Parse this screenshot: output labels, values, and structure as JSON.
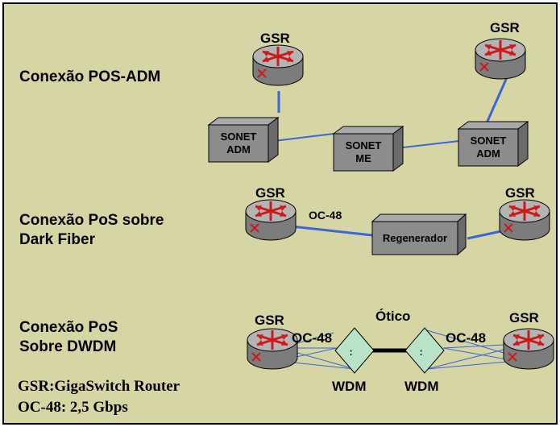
{
  "sections": {
    "pos_adm": {
      "label": "Conexão POS-ADM"
    },
    "dark_fiber": {
      "label_line1": "Conexão PoS sobre",
      "label_line2": "Dark Fiber"
    },
    "dwdm": {
      "label_line1": "Conexão PoS",
      "label_line2": "Sobre DWDM"
    }
  },
  "routers": {
    "label": "GSR"
  },
  "sonet": {
    "adm_left": {
      "line1": "SONET",
      "line2": "ADM"
    },
    "me": {
      "line1": "SONET",
      "line2": "ME"
    },
    "adm_right": {
      "line1": "SONET",
      "line2": "ADM"
    }
  },
  "regenerator": {
    "label": "Regenerador"
  },
  "links": {
    "oc48": "OC-48",
    "optical": "Ótico"
  },
  "wdm": {
    "label": "WDM"
  },
  "legend": {
    "line1": "GSR:GigaSwitch Router",
    "line2": "OC-48: 2,5 Gbps"
  },
  "colors": {
    "background": "#d6d6a4",
    "link_blue": "#3a66d6",
    "router_body": "#8f8f8f",
    "router_arrow": "#cc1a1a",
    "box_gray": "#8c8c8c",
    "wdm_green": "#b9e3c7"
  }
}
